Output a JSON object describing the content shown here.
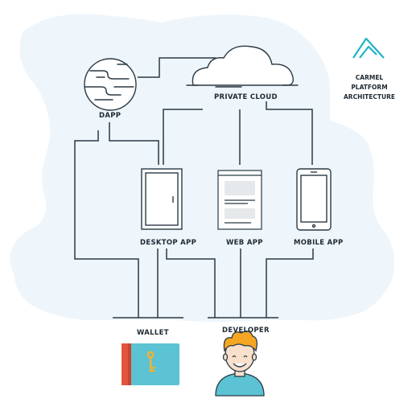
{
  "title": {
    "lines": [
      "CARMEL",
      "PLATFORM",
      "ARCHITECTURE"
    ]
  },
  "nodes": {
    "dapp": "DAPP",
    "private_cloud": "PRIVATE CLOUD",
    "desktop_app": "DESKTOP APP",
    "web_app": "WEB APP",
    "mobile_app": "MOBILE APP",
    "wallet": "WALLET",
    "developer": "DEVELOPER"
  },
  "colors": {
    "background_blob": "#eef5fb",
    "line": "#2a3a44",
    "logo": "#1fb3c4",
    "wallet_body": "#5bc3d3",
    "wallet_flap": "#e2543d",
    "key": "#f2b134",
    "developer_hair": "#f5a623",
    "developer_shirt": "#5bc3d3"
  },
  "icons": [
    "logo-icon",
    "planet-icon",
    "cloud-icon",
    "desktop-icon",
    "web-icon",
    "mobile-icon",
    "wallet-icon",
    "developer-icon"
  ]
}
